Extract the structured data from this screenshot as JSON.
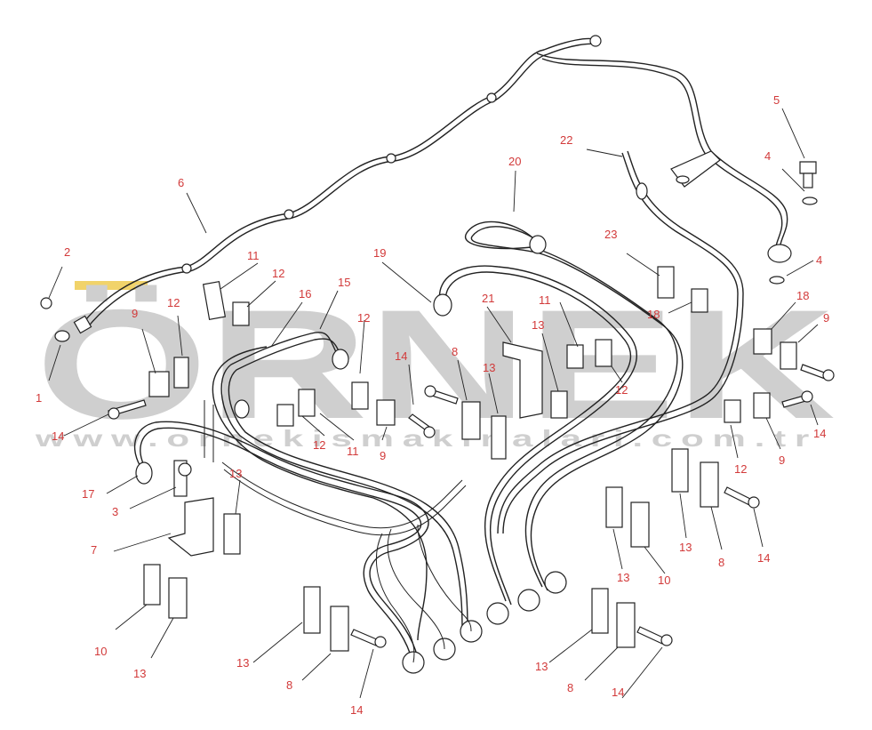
{
  "watermark": {
    "brand": "ÖRNEK",
    "url": "www.ornekismakinalari.com.tr"
  },
  "colors": {
    "label": "#d23a3a",
    "watermark": "#cfcfcf",
    "accent": "#f1d36a",
    "line": "#222222"
  },
  "labels": [
    {
      "id": "l1",
      "text": "1"
    },
    {
      "id": "l2",
      "text": "2"
    },
    {
      "id": "l3",
      "text": "3"
    },
    {
      "id": "l4a",
      "text": "4"
    },
    {
      "id": "l4b",
      "text": "4"
    },
    {
      "id": "l5",
      "text": "5"
    },
    {
      "id": "l6",
      "text": "6"
    },
    {
      "id": "l7",
      "text": "7"
    },
    {
      "id": "l8a",
      "text": "8"
    },
    {
      "id": "l8b",
      "text": "8"
    },
    {
      "id": "l8c",
      "text": "8"
    },
    {
      "id": "l8d",
      "text": "8"
    },
    {
      "id": "l9a",
      "text": "9"
    },
    {
      "id": "l9b",
      "text": "9"
    },
    {
      "id": "l9c",
      "text": "9"
    },
    {
      "id": "l9d",
      "text": "9"
    },
    {
      "id": "l10a",
      "text": "10"
    },
    {
      "id": "l10b",
      "text": "10"
    },
    {
      "id": "l11a",
      "text": "11"
    },
    {
      "id": "l11b",
      "text": "11"
    },
    {
      "id": "l11c",
      "text": "11"
    },
    {
      "id": "l12a",
      "text": "12"
    },
    {
      "id": "l12b",
      "text": "12"
    },
    {
      "id": "l12c",
      "text": "12"
    },
    {
      "id": "l12d",
      "text": "12"
    },
    {
      "id": "l12e",
      "text": "12"
    },
    {
      "id": "l12f",
      "text": "12"
    },
    {
      "id": "l13a",
      "text": "13"
    },
    {
      "id": "l13b",
      "text": "13"
    },
    {
      "id": "l13c",
      "text": "13"
    },
    {
      "id": "l13d",
      "text": "13"
    },
    {
      "id": "l13e",
      "text": "13"
    },
    {
      "id": "l13f",
      "text": "13"
    },
    {
      "id": "l13g",
      "text": "13"
    },
    {
      "id": "l13h",
      "text": "13"
    },
    {
      "id": "l14a",
      "text": "14"
    },
    {
      "id": "l14b",
      "text": "14"
    },
    {
      "id": "l14c",
      "text": "14"
    },
    {
      "id": "l14d",
      "text": "14"
    },
    {
      "id": "l14e",
      "text": "14"
    },
    {
      "id": "l14f",
      "text": "14"
    },
    {
      "id": "l15",
      "text": "15"
    },
    {
      "id": "l16",
      "text": "16"
    },
    {
      "id": "l17",
      "text": "17"
    },
    {
      "id": "l18a",
      "text": "18"
    },
    {
      "id": "l18b",
      "text": "18"
    },
    {
      "id": "l19",
      "text": "19"
    },
    {
      "id": "l20",
      "text": "20"
    },
    {
      "id": "l21",
      "text": "21"
    },
    {
      "id": "l22",
      "text": "22"
    },
    {
      "id": "l23",
      "text": "23"
    }
  ]
}
